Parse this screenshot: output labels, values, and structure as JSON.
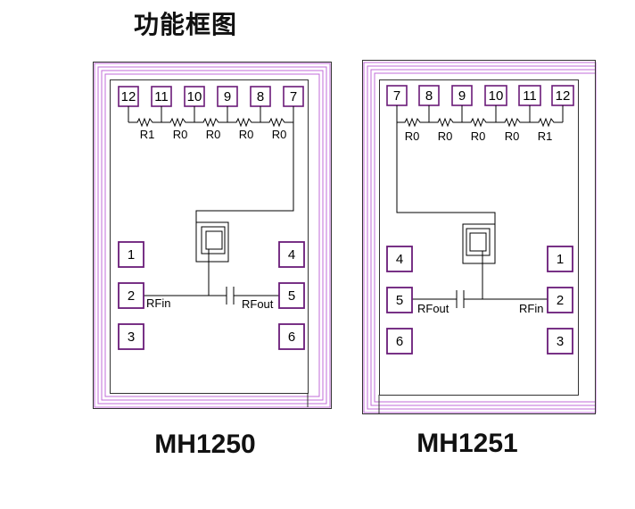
{
  "title": "功能框图",
  "colors": {
    "frame": "#c26bd8",
    "wire": "#000000",
    "pad": "#6a1b78"
  },
  "chips": [
    {
      "name": "MH1250",
      "rf_in": "RFin",
      "rf_out": "RFout",
      "top_pins": [
        "12",
        "11",
        "10",
        "9",
        "8",
        "7"
      ],
      "resistors": [
        "R1",
        "R0",
        "R0",
        "R0",
        "R0"
      ],
      "left_pins": [
        "1",
        "2",
        "3"
      ],
      "right_pins": [
        "4",
        "5",
        "6"
      ]
    },
    {
      "name": "MH1251",
      "rf_in": "RFin",
      "rf_out": "RFout",
      "top_pins": [
        "7",
        "8",
        "9",
        "10",
        "11",
        "12"
      ],
      "resistors": [
        "R0",
        "R0",
        "R0",
        "R0",
        "R1"
      ],
      "left_pins": [
        "4",
        "5",
        "6"
      ],
      "right_pins": [
        "1",
        "2",
        "3"
      ]
    }
  ]
}
